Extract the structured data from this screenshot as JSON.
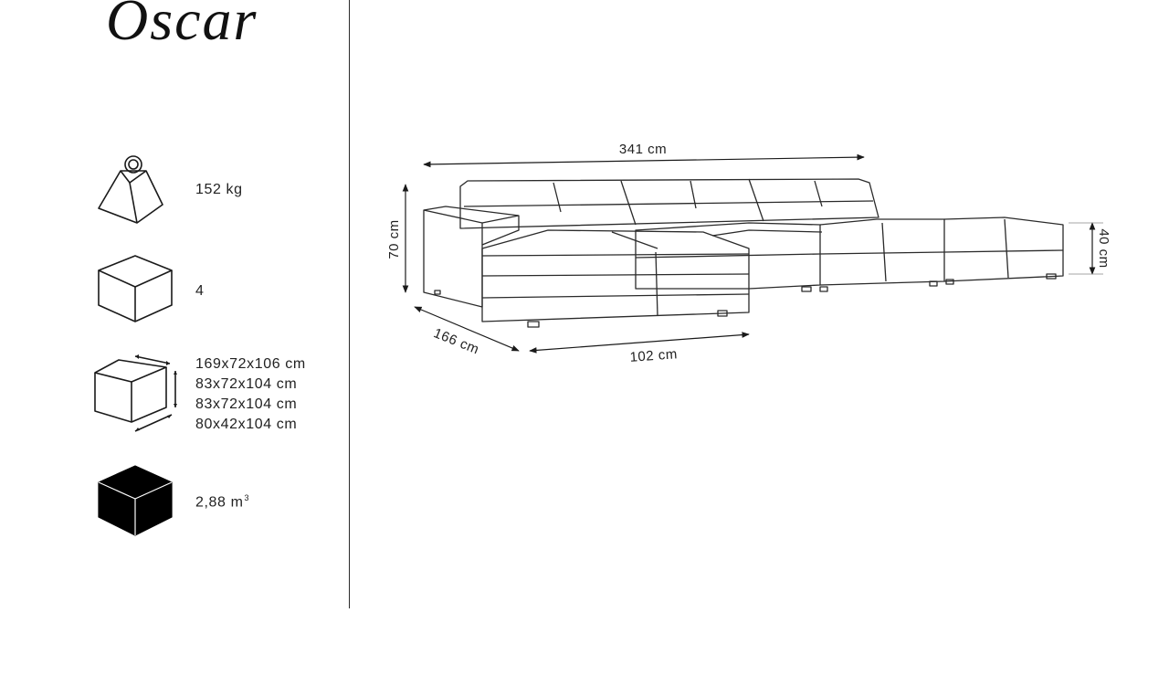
{
  "title": "Oscar",
  "specs": {
    "weight": {
      "icon": "weight-icon",
      "value": "152 kg"
    },
    "packages": {
      "icon": "box-icon",
      "value": "4"
    },
    "package_dimensions": {
      "icon": "box-dimensions-icon",
      "values": [
        "169x72x106 cm",
        "83x72x104 cm",
        "83x72x104 cm",
        "80x42x104 cm"
      ]
    },
    "volume": {
      "icon": "volume-cube-icon",
      "value": "2,88 m",
      "unit_sup": "3"
    }
  },
  "drawing": {
    "width_label": "341 cm",
    "height_label": "70 cm",
    "seat_height_label": "40 cm",
    "depth_label": "166 cm",
    "chaise_width_label": "102 cm"
  },
  "colors": {
    "ink": "#1a1a1a",
    "volume_fill": "#000000"
  }
}
